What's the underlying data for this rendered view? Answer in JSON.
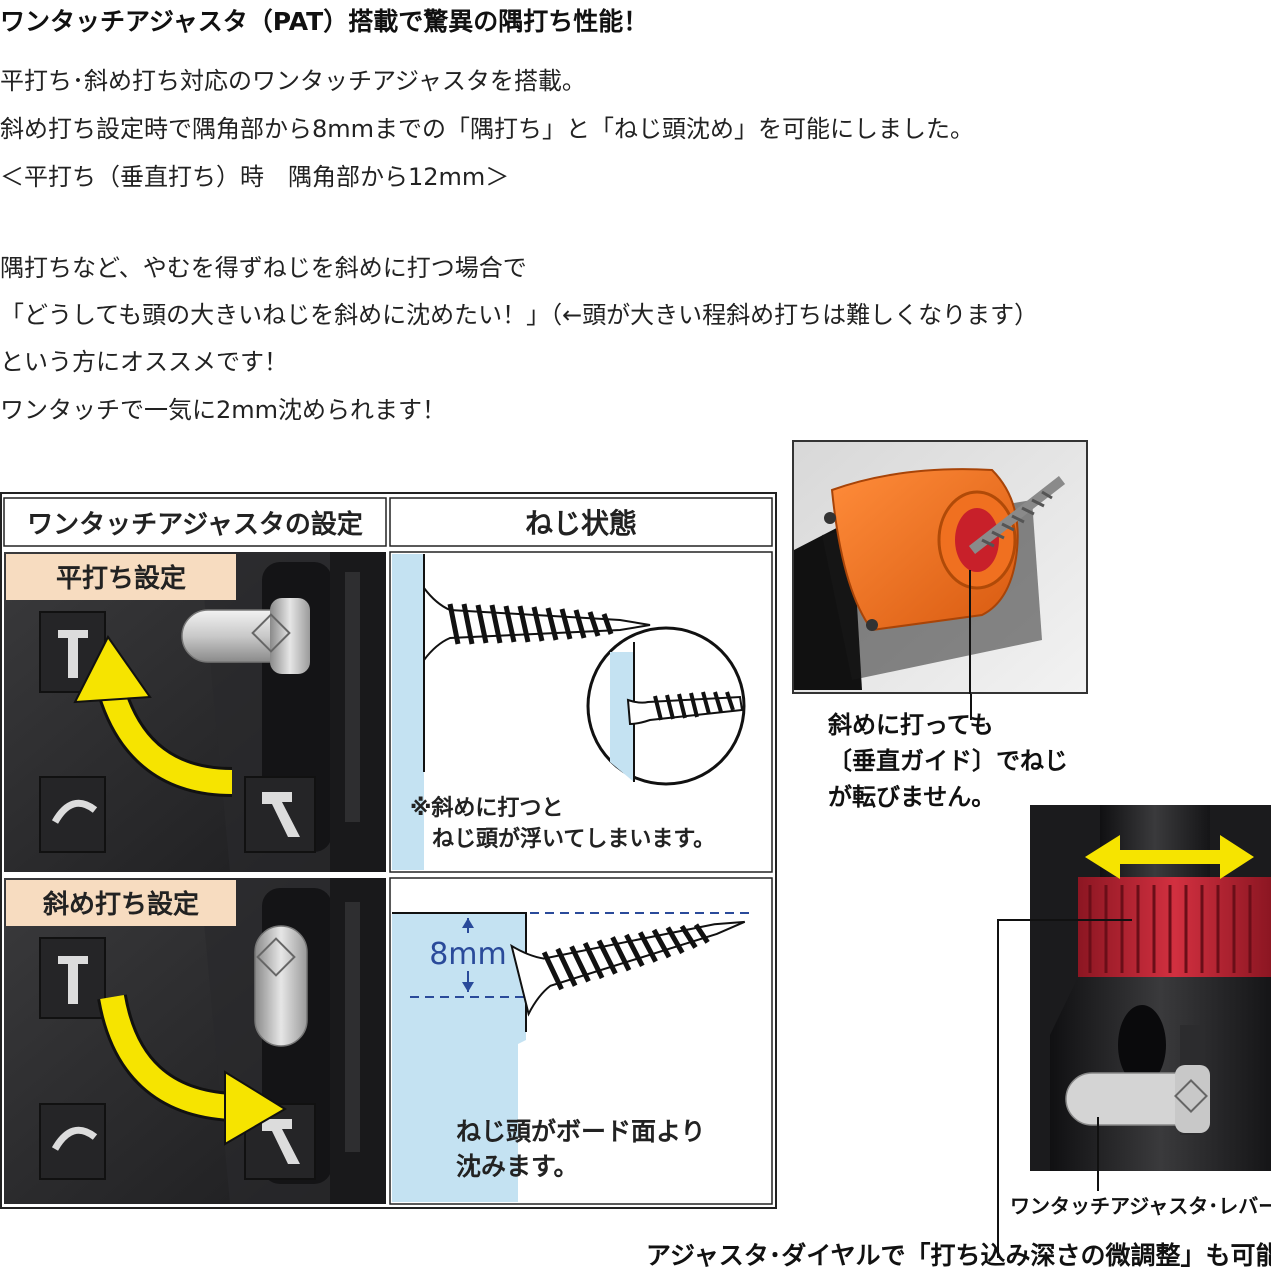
{
  "heading": "ワンタッチアジャスタ（PAT）搭載で驚異の隅打ち性能！",
  "lines": [
    "平打ち･斜め打ち対応のワンタッチアジャスタを搭載。",
    "斜め打ち設定時で隅角部から8mmまでの「隅打ち」と「ねじ頭沈め」を可能にしました。",
    "＜平打ち（垂直打ち）時　隅角部から12mm＞",
    "隅打ちなど、やむを得ずねじを斜めに打つ場合で",
    "「どうしても頭の大きいねじを斜めに沈めたい！」（←頭が大きい程斜め打ちは難しくなります）",
    "という方にオススメです！",
    "ワンタッチで一気に2mm沈められます！"
  ],
  "table": {
    "header_setting": "ワンタッチアジャスタの設定",
    "header_state": "ねじ状態",
    "row1_label": "平打ち設定",
    "row1_note_1": "※斜めに打つと",
    "row1_note_2": "ねじ頭が浮いてしまいます。",
    "row2_label": "斜め打ち設定",
    "row2_dim": "8mm",
    "row2_note_1": "ねじ頭がボード面より",
    "row2_note_2": "沈みます。"
  },
  "guide_caption": [
    "斜めに打っても",
    "〔垂直ガイド〕でねじ",
    "が転びません。"
  ],
  "lever_caption": "ワンタッチアジャスタ･レバー",
  "dial_caption": "アジャスタ･ダイヤルで「打ち込み深さの微調整」も可能",
  "colors": {
    "arrow_yellow": "#f6e400",
    "label_bg": "#f7dcc0",
    "board_blue": "#c4e2f2",
    "tool_orange": "#f07020",
    "dial_red": "#c8283a"
  }
}
